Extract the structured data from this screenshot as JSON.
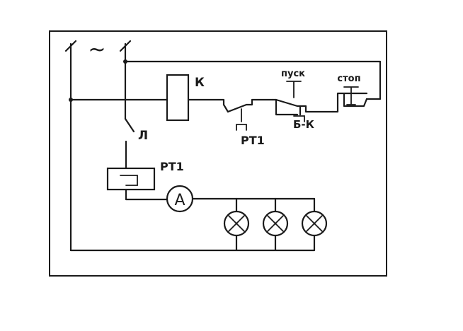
{
  "diagram": {
    "labels": {
      "tilde": "~",
      "contactor": "К",
      "relay_contact": "РТ1",
      "start": "пуск",
      "stop": "стоп",
      "block_contact": "Б-К",
      "switch": "Л",
      "relay_coil": "РТ1",
      "ammeter": "A"
    }
  }
}
